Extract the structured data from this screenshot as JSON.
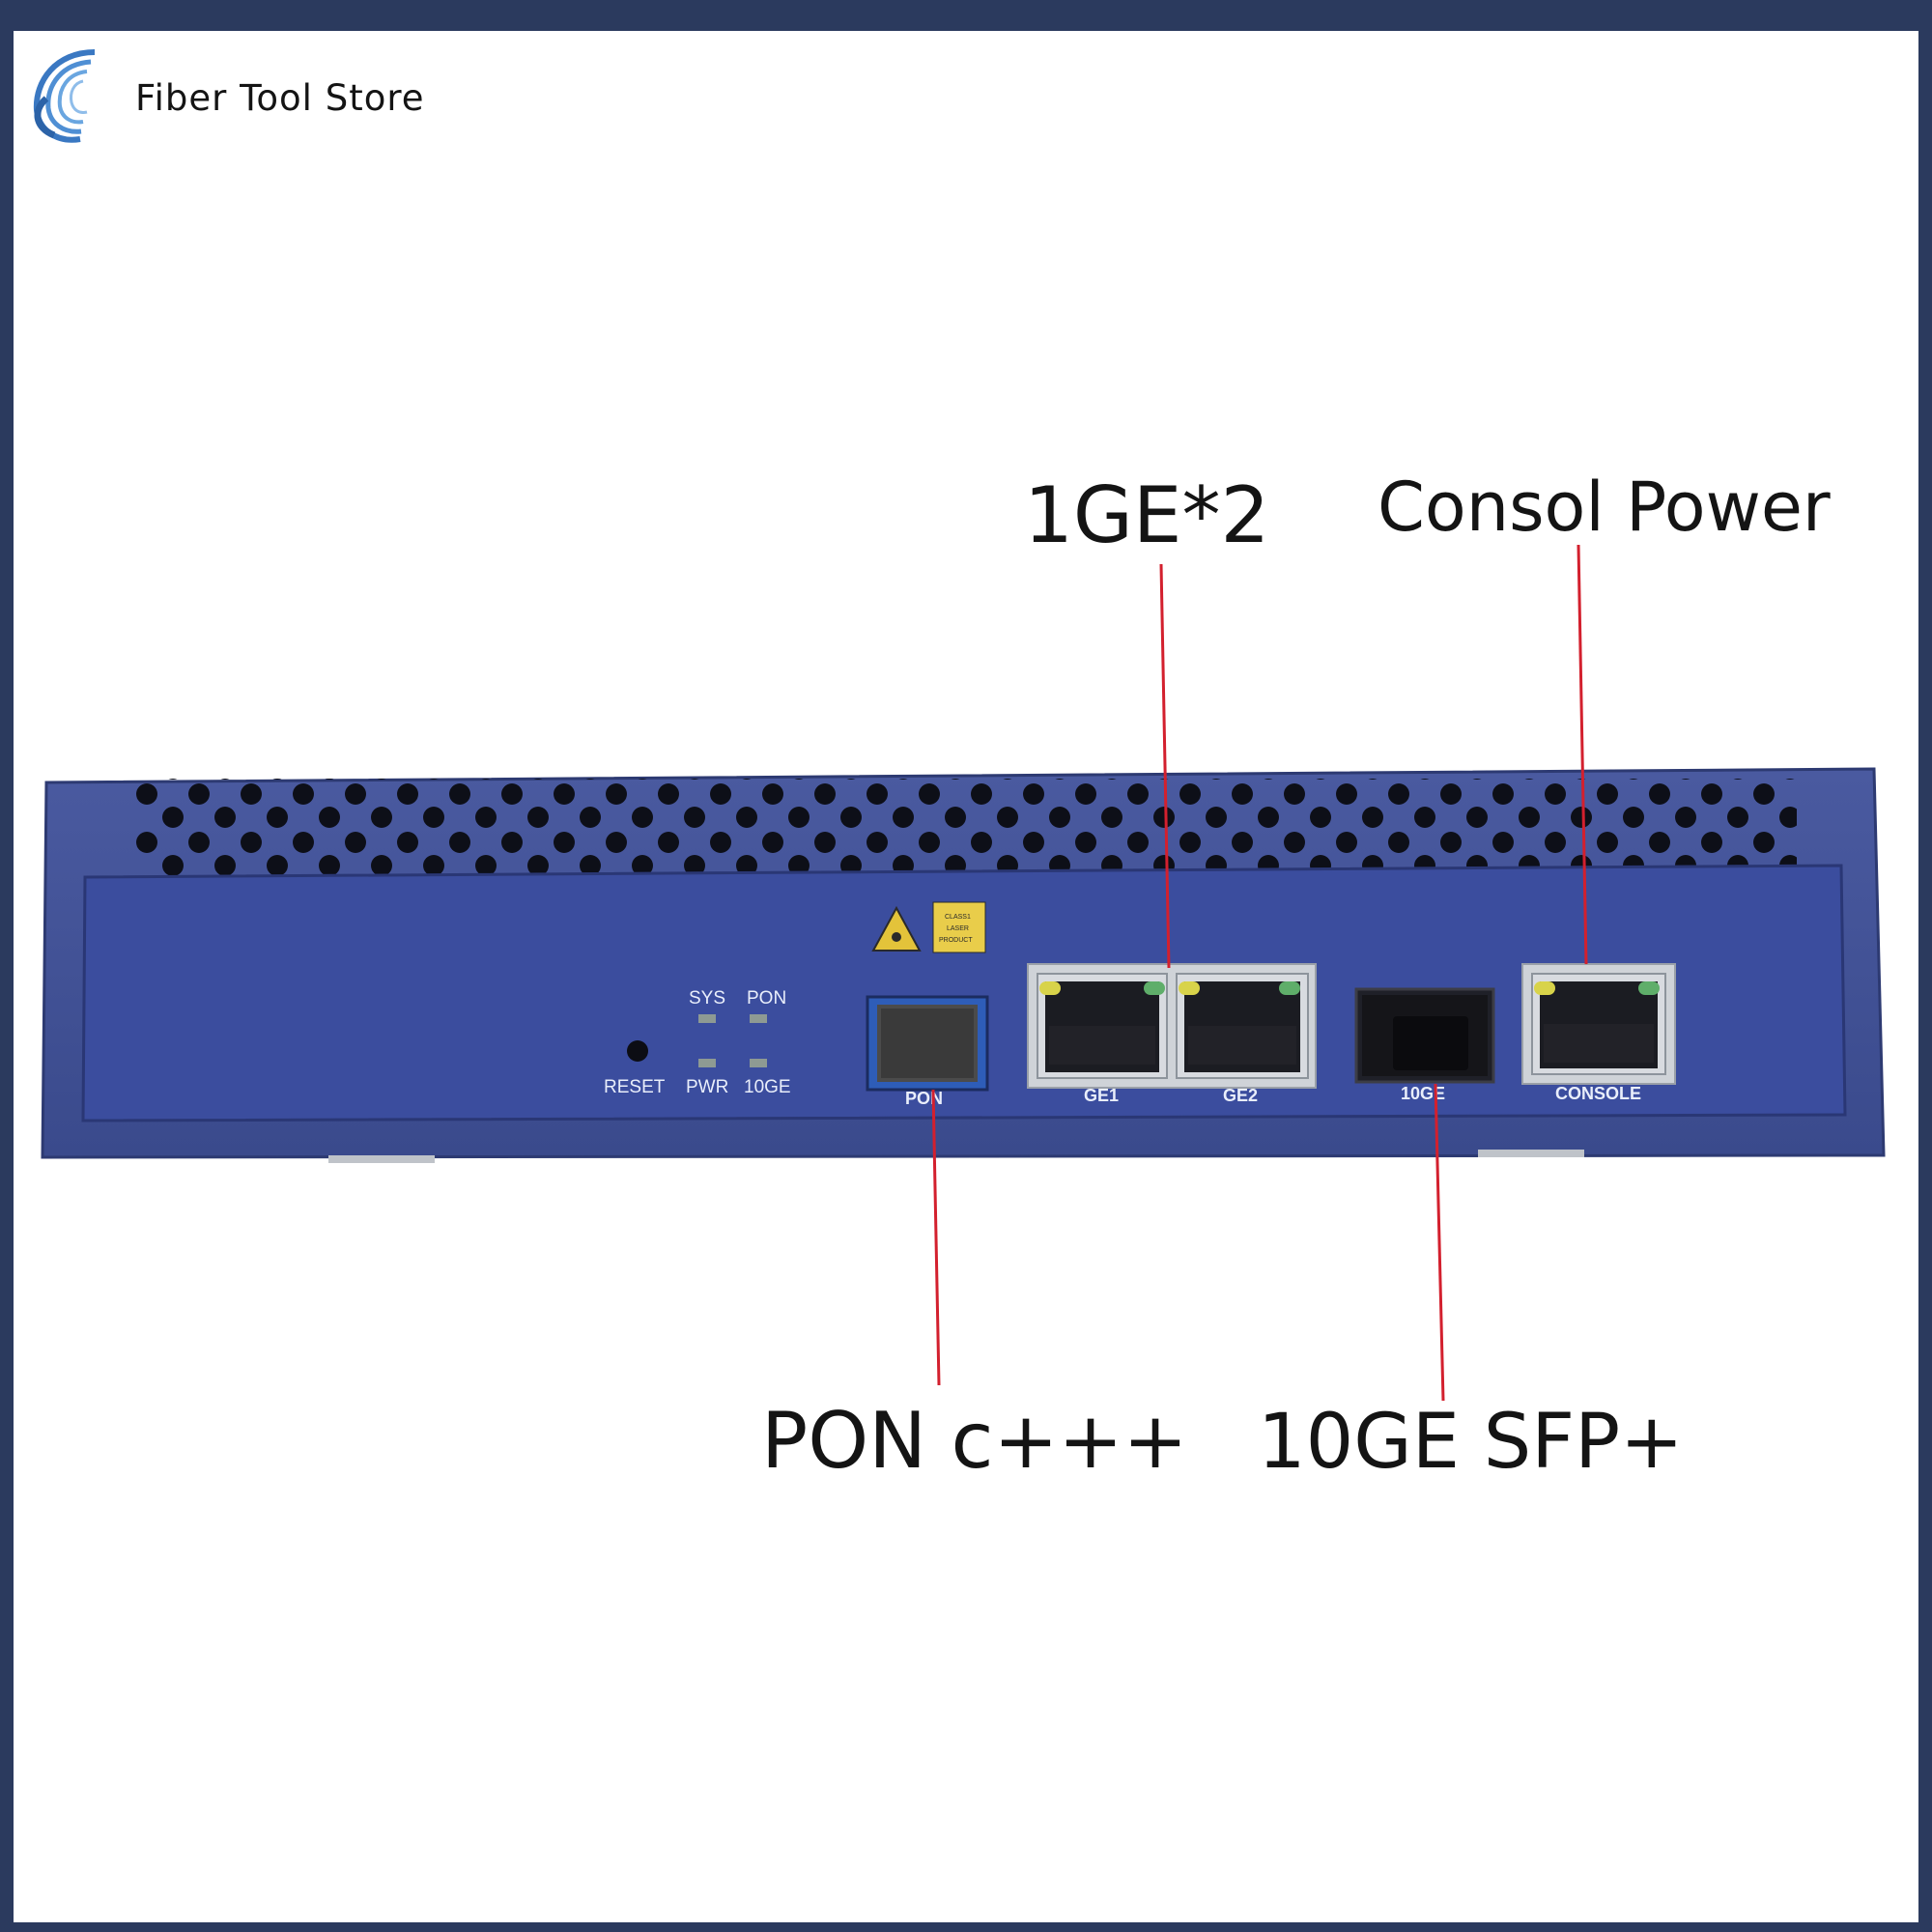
{
  "brand": {
    "name": "Fiber Tool Store",
    "logo_icon": "swirl-logo-icon"
  },
  "callouts": {
    "top_left": "1GE*2",
    "top_right": "Consol Power",
    "bottom_left": "PON c+++",
    "bottom_right": "10GE SFP+"
  },
  "device": {
    "reset_label": "RESET",
    "leds": {
      "sys": "SYS",
      "pon": "PON",
      "pwr": "PWR",
      "tenge": "10GE"
    },
    "laser_label": {
      "line1": "CLASS1",
      "line2": "LASER",
      "line3": "PRODUCT"
    },
    "ports": {
      "pon": "PON",
      "ge1": "GE1",
      "ge2": "GE2",
      "sfp": "10GE",
      "console": "CONSOLE"
    }
  },
  "colors": {
    "frame": "#2b3a5e",
    "chassis": "#3e4f95",
    "panel": "#3a4c9c",
    "pointer_line": "#d3202e",
    "led_yellow": "#d8d34a",
    "led_green": "#5fae6a"
  }
}
